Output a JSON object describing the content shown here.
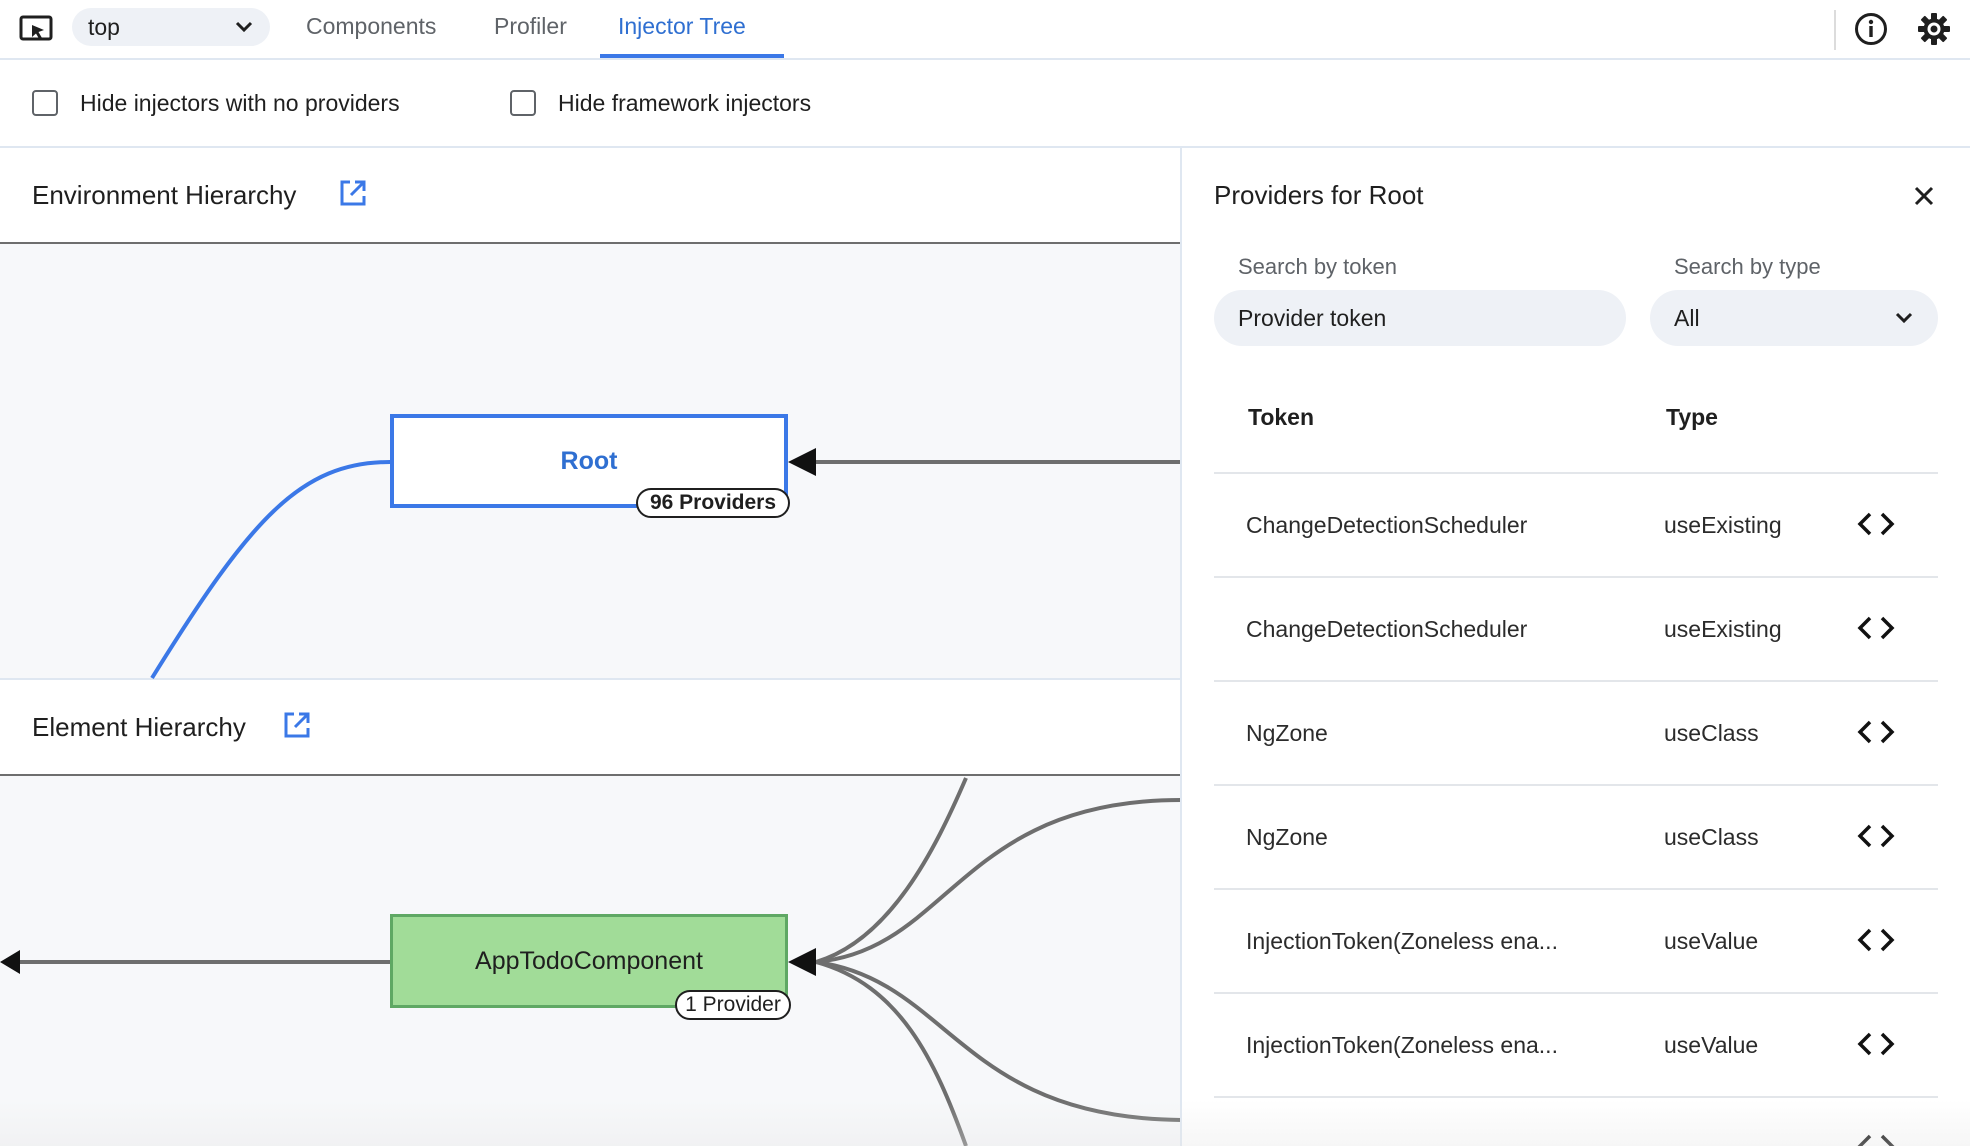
{
  "toolbar": {
    "frame_select": "top",
    "tabs": [
      {
        "label": "Components",
        "active": false
      },
      {
        "label": "Profiler",
        "active": false
      },
      {
        "label": "Injector Tree",
        "active": true
      }
    ],
    "icons": [
      "inspect-element-icon",
      "chevron-down-icon",
      "info-icon",
      "gear-icon"
    ]
  },
  "filters": {
    "hide_no_providers": {
      "label": "Hide injectors with no providers",
      "checked": false
    },
    "hide_framework": {
      "label": "Hide framework injectors",
      "checked": false
    }
  },
  "environment": {
    "title": "Environment Hierarchy",
    "node": {
      "label": "Root",
      "badge": "96 Providers"
    }
  },
  "element": {
    "title": "Element Hierarchy",
    "node": {
      "label": "AppTodoComponent",
      "badge": "1 Provider"
    }
  },
  "providers": {
    "title": "Providers for Root",
    "search_token_label": "Search by token",
    "search_token_placeholder": "Provider token",
    "search_type_label": "Search by type",
    "search_type_value": "All",
    "columns": {
      "token": "Token",
      "type": "Type"
    },
    "rows": [
      {
        "token": "ChangeDetectionScheduler",
        "type": "useExisting"
      },
      {
        "token": "ChangeDetectionScheduler",
        "type": "useExisting"
      },
      {
        "token": "NgZone",
        "type": "useClass"
      },
      {
        "token": "NgZone",
        "type": "useClass"
      },
      {
        "token": "InjectionToken(Zoneless ena...",
        "type": "useValue"
      },
      {
        "token": "InjectionToken(Zoneless ena...",
        "type": "useValue"
      }
    ]
  },
  "colors": {
    "accent": "#3b78e7",
    "root_border": "#3b78e7",
    "component_fill": "#a1dc98",
    "edge": "#6e6e6e"
  }
}
